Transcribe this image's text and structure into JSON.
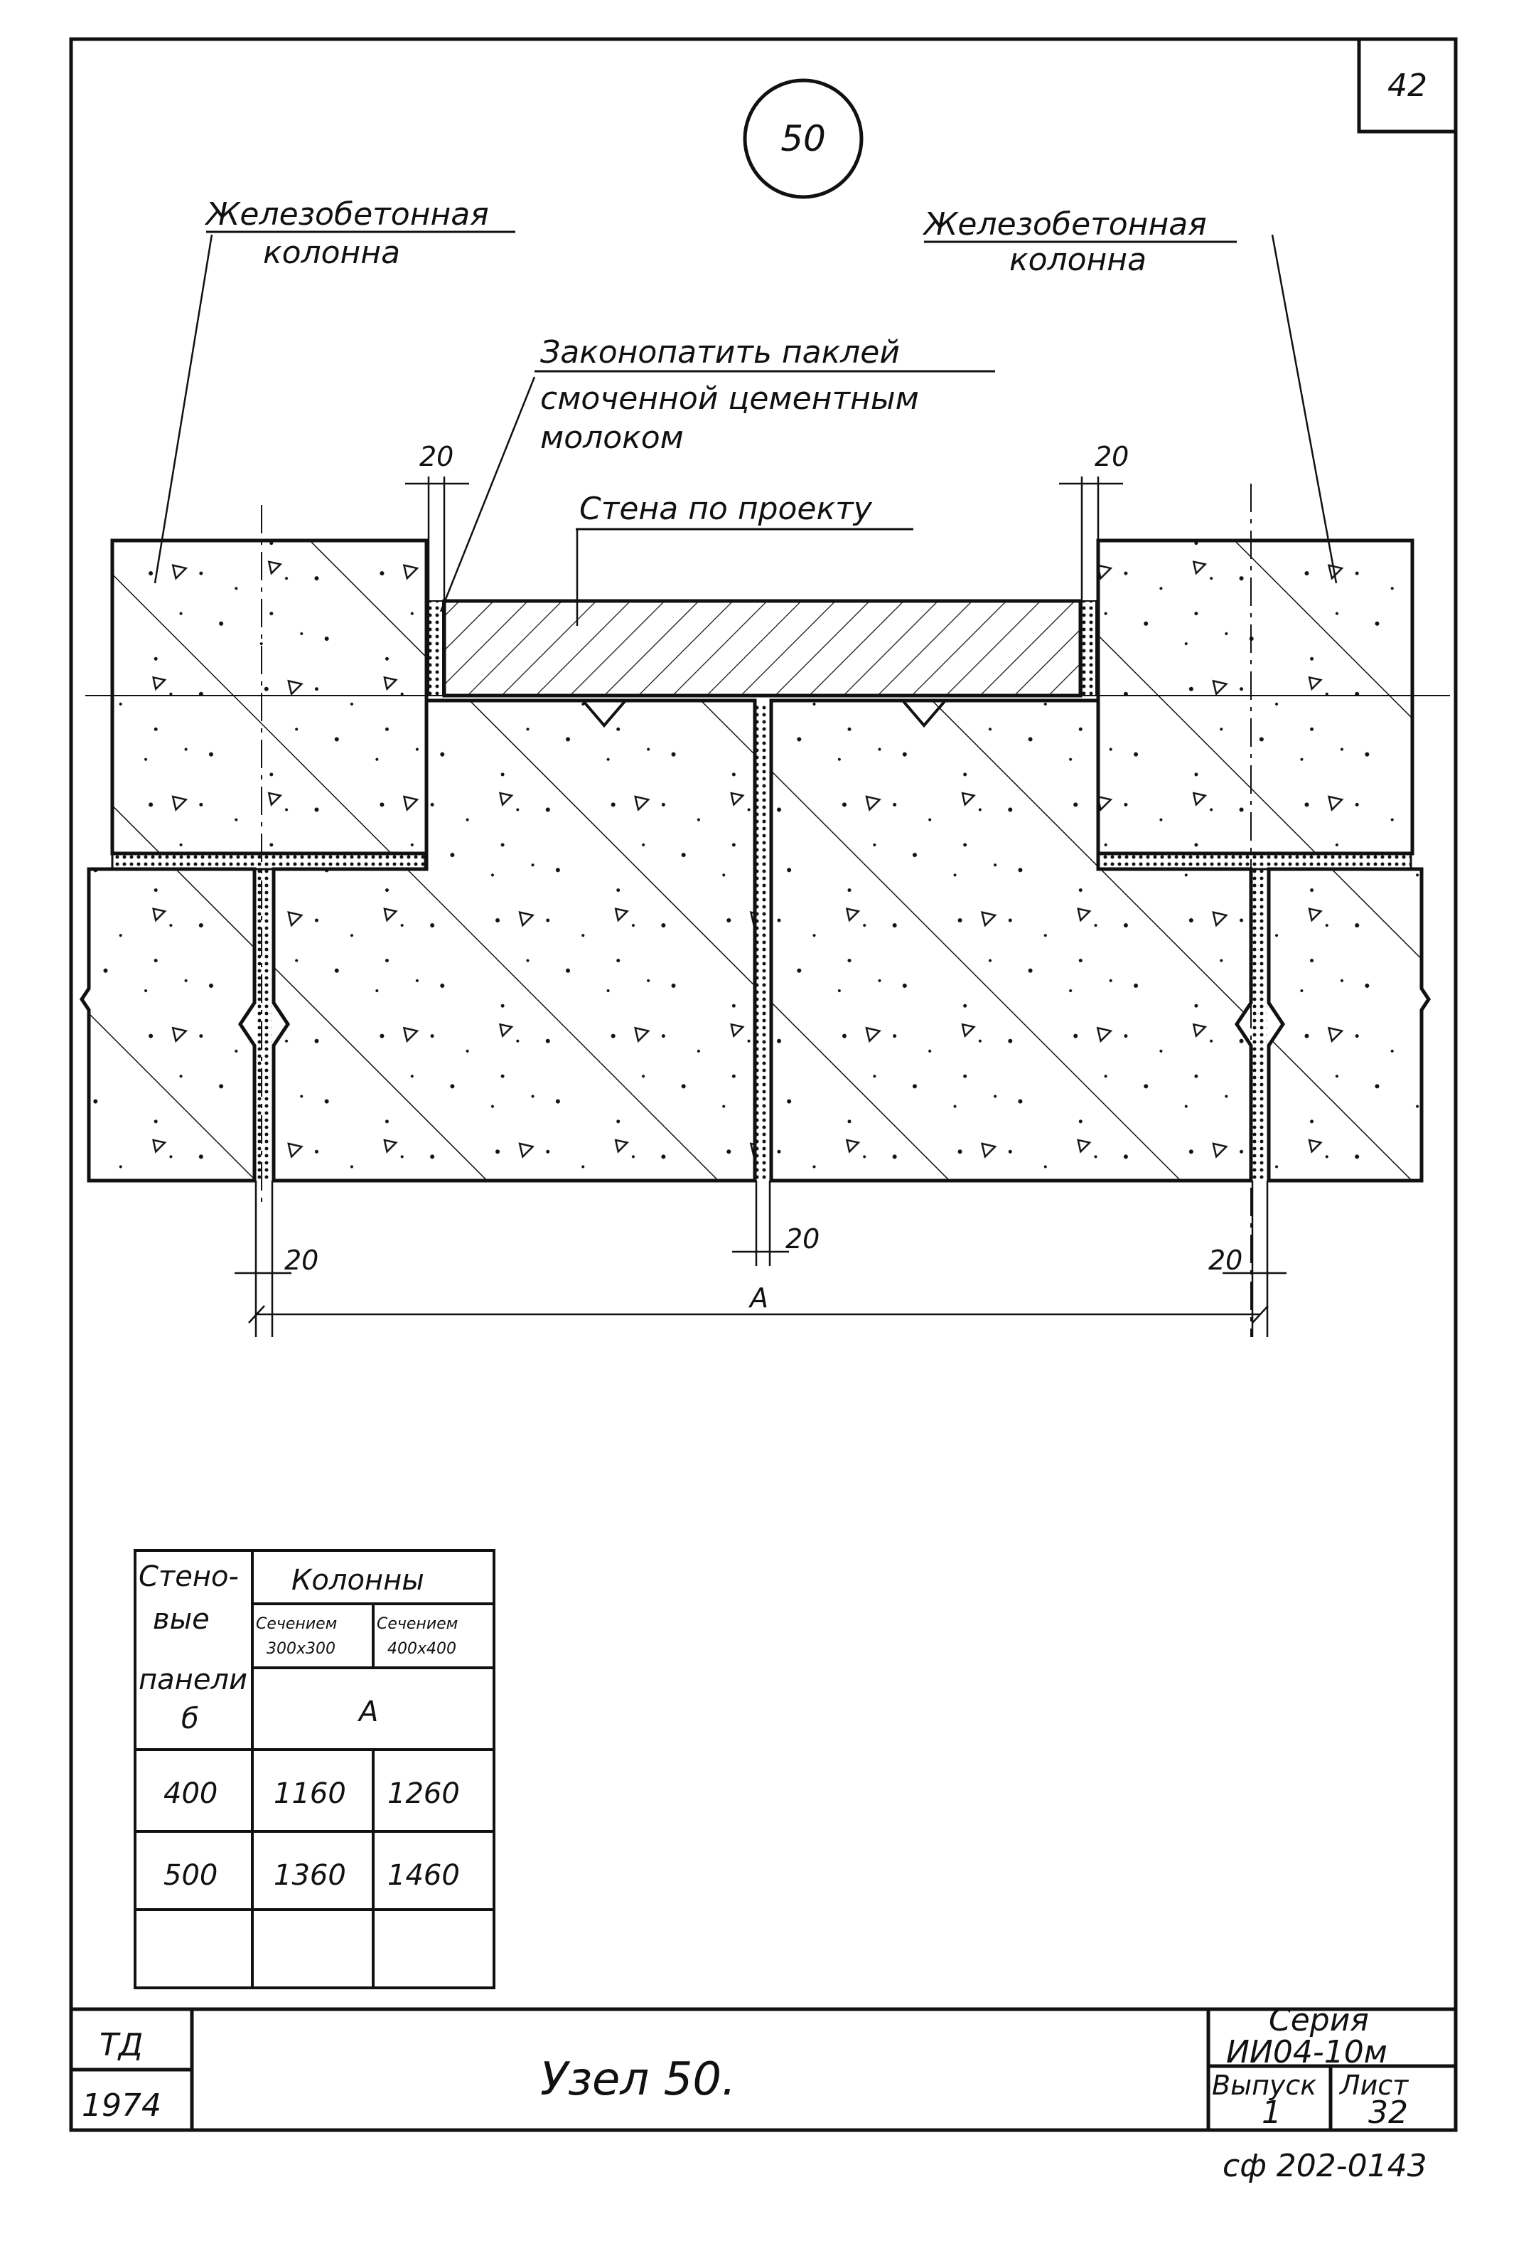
{
  "sheet_number": "42",
  "node_circle_label": "50",
  "labels": {
    "column_left": [
      "Железобетонная",
      "колонна"
    ],
    "column_right": [
      "Железобетонная",
      "колонна"
    ],
    "caulk_note": [
      "Законопатить паклей",
      "смоченной цементным",
      "молоком"
    ],
    "wall_note": "Стена по проекту"
  },
  "dimensions": {
    "gap_top_left": "20",
    "gap_top_right": "20",
    "gap_bottom_left": "20",
    "gap_bottom_mid": "20",
    "gap_bottom_right": "20",
    "overall": "А"
  },
  "table": {
    "col1_header": [
      "Стено-",
      "вые",
      "панели",
      "б"
    ],
    "col_group_header": "Колонны",
    "sub_headers": [
      [
        "Сечением",
        "300х300"
      ],
      [
        "Сечением",
        "400х400"
      ]
    ],
    "a_header": "А",
    "rows": [
      [
        "400",
        "1160",
        "1260"
      ],
      [
        "500",
        "1360",
        "1460"
      ],
      [
        "",
        "",
        ""
      ]
    ]
  },
  "title_block": {
    "org": "ТД",
    "year": "1974",
    "title": "Узел 50.",
    "series_label": "Серия",
    "series_value": "ИИ04-10м",
    "issue_label": "Выпуск",
    "issue_value": "1",
    "sheet_label": "Лист",
    "sheet_value": "32",
    "archive_code": "сф 202-0143"
  },
  "colors": {
    "ink": "#111111",
    "paper": "#ffffff"
  }
}
